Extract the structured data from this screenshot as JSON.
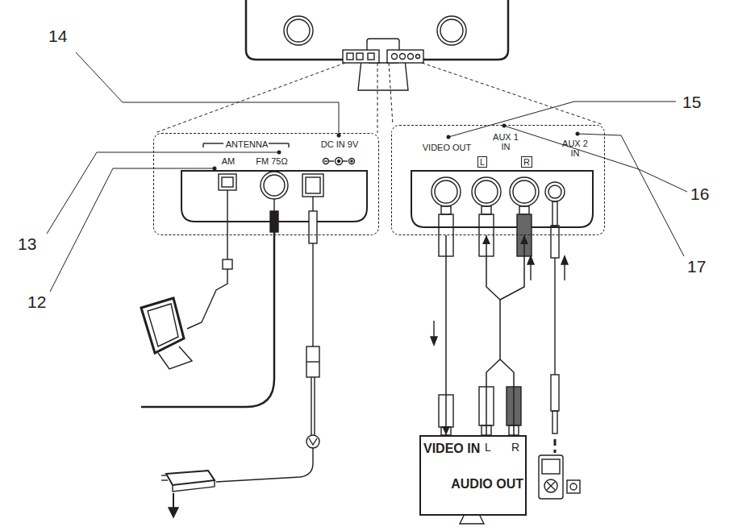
{
  "diagram": {
    "nodes": [
      {
        "text": [
          "ANTENNA",
          "AM",
          "FM 75Ω",
          "DC IN 9V"
        ]
      },
      {
        "text": [
          "VIDEO OUT",
          "AUX 1 IN",
          "L",
          "R",
          "AUX 2 IN"
        ]
      },
      {
        "text": [
          "VIDEO IN",
          "L",
          "R",
          "AUDIO OUT"
        ]
      }
    ],
    "edges": [
      {
        "from": 1,
        "to": 2,
        "arrow": "to"
      },
      {
        "from": 2,
        "to": 1,
        "arrow": "to"
      }
    ],
    "labels": [
      "14",
      "15",
      "13",
      "16",
      "12",
      "17"
    ]
  }
}
